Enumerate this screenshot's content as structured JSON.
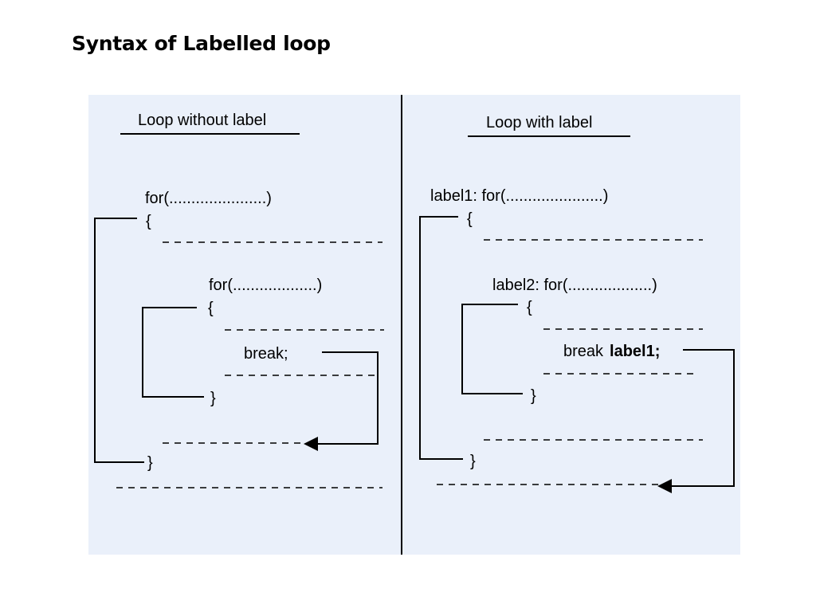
{
  "slide": {
    "title": "Syntax of Labelled loop"
  },
  "left": {
    "heading": "Loop without label",
    "outer_for": "for(......................)",
    "outer_open": "{",
    "inner_for": "for(...................)",
    "inner_open": "{",
    "break_stmt": "break;",
    "inner_close": "}",
    "outer_close": "}"
  },
  "right": {
    "heading": "Loop with label",
    "outer_for": "label1: for(......................)",
    "outer_open": "{",
    "inner_for": "label2: for(...................)",
    "inner_open": "{",
    "break_keyword": "break",
    "break_label": "label1;",
    "inner_close": "}",
    "outer_close": "}"
  },
  "colors": {
    "panel_background": "#eaf0fa",
    "line": "#000000"
  }
}
